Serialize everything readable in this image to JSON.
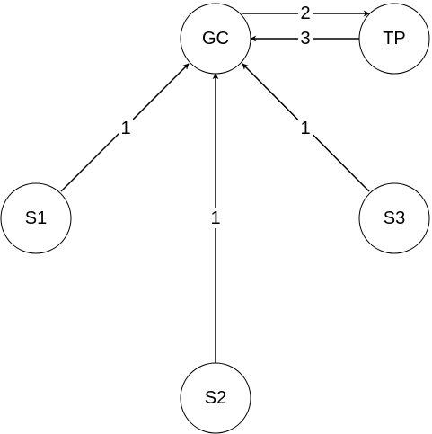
{
  "colors": {
    "stroke": "#000000",
    "node_fill": "#ffffff",
    "background": "#ffffff"
  },
  "nodes": [
    {
      "id": "GC",
      "label": "GC"
    },
    {
      "id": "TP",
      "label": "TP"
    },
    {
      "id": "S1",
      "label": "S1"
    },
    {
      "id": "S2",
      "label": "S2"
    },
    {
      "id": "S3",
      "label": "S3"
    }
  ],
  "edges": [
    {
      "from": "GC",
      "to": "TP",
      "label": "2"
    },
    {
      "from": "TP",
      "to": "GC",
      "label": "3"
    },
    {
      "from": "S1",
      "to": "GC",
      "label": "1"
    },
    {
      "from": "S2",
      "to": "GC",
      "label": "1"
    },
    {
      "from": "S3",
      "to": "GC",
      "label": "1"
    }
  ]
}
